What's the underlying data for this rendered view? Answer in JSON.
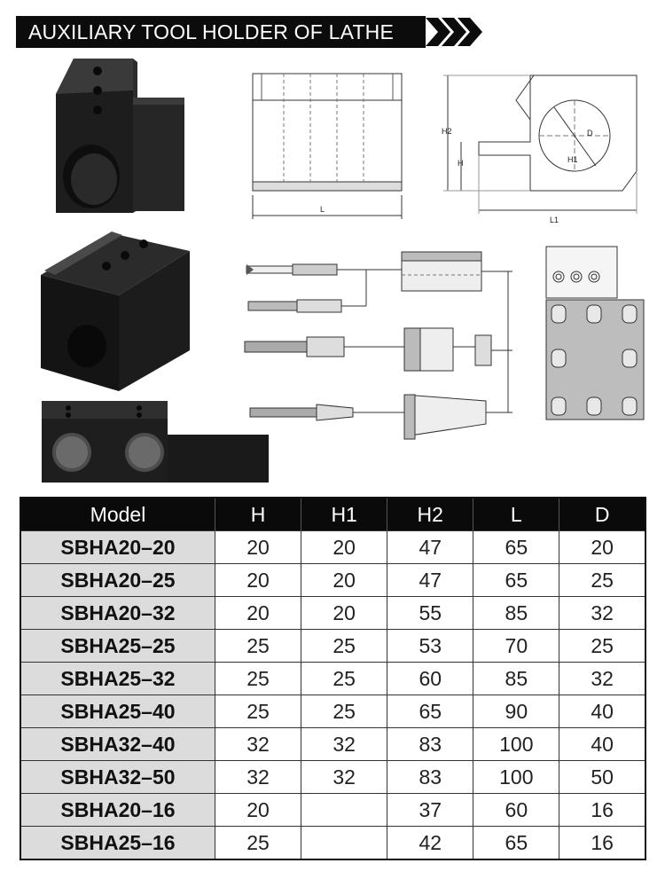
{
  "header": {
    "title": "AUXILIARY TOOL HOLDER OF LATHE"
  },
  "diagram_labels": {
    "length": "L",
    "length1": "L1",
    "height": "H",
    "height1": "H1",
    "height2": "H2",
    "diameter": "D"
  },
  "table": {
    "columns": [
      "Model",
      "H",
      "H1",
      "H2",
      "L",
      "D"
    ],
    "rows": [
      {
        "model": "SBHA20–20",
        "h": "20",
        "h1": "20",
        "h2": "47",
        "l": "65",
        "d": "20"
      },
      {
        "model": "SBHA20–25",
        "h": "20",
        "h1": "20",
        "h2": "47",
        "l": "65",
        "d": "25"
      },
      {
        "model": "SBHA20–32",
        "h": "20",
        "h1": "20",
        "h2": "55",
        "l": "85",
        "d": "32"
      },
      {
        "model": "SBHA25–25",
        "h": "25",
        "h1": "25",
        "h2": "53",
        "l": "70",
        "d": "25"
      },
      {
        "model": "SBHA25–32",
        "h": "25",
        "h1": "25",
        "h2": "60",
        "l": "85",
        "d": "32"
      },
      {
        "model": "SBHA25–40",
        "h": "25",
        "h1": "25",
        "h2": "65",
        "l": "90",
        "d": "40"
      },
      {
        "model": "SBHA32–40",
        "h": "32",
        "h1": "32",
        "h2": "83",
        "l": "100",
        "d": "40"
      },
      {
        "model": "SBHA32–50",
        "h": "32",
        "h1": "32",
        "h2": "83",
        "l": "100",
        "d": "50"
      },
      {
        "model": "SBHA20–16",
        "h": "20",
        "h1": "",
        "h2": "37",
        "l": "60",
        "d": "16"
      },
      {
        "model": "SBHA25–16",
        "h": "25",
        "h1": "",
        "h2": "42",
        "l": "65",
        "d": "16"
      }
    ]
  }
}
